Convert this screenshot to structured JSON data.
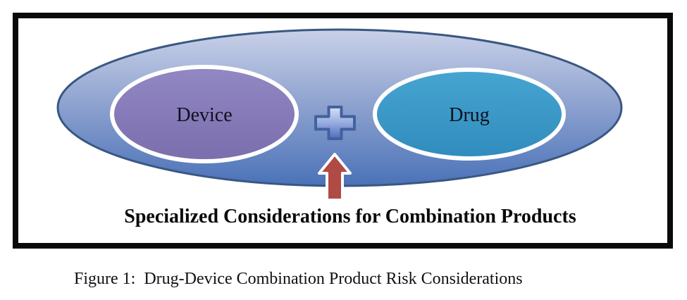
{
  "figure": {
    "device_label": "Device",
    "drug_label": "Drug",
    "plus_icon_meaning": "plus-combination-icon",
    "arrow_icon_meaning": "up-arrow-icon",
    "title": "Specialized Considerations for Combination Products",
    "caption": "Figure 1:  Drug-Device Combination Product Risk Considerations"
  },
  "colors": {
    "frame_border": "#0a0a0a",
    "outer_ellipse_top": "#c9d1e8",
    "outer_ellipse_mid": "#8ba0ce",
    "outer_ellipse_bottom": "#4a72b8",
    "outer_ellipse_border": "#3a5782",
    "device_ellipse_top": "#9288c4",
    "device_ellipse_bottom": "#7a6eac",
    "drug_ellipse_top": "#47a5d1",
    "drug_ellipse_bottom": "#2f8cbd",
    "inner_ellipse_border": "#ffffff",
    "plus_top": "#d8e1f5",
    "plus_bottom": "#4e6fbe",
    "plus_border": "#42619e",
    "arrow_fill": "#b04a44",
    "arrow_border": "#ffffff",
    "label_text": "#10101e"
  }
}
